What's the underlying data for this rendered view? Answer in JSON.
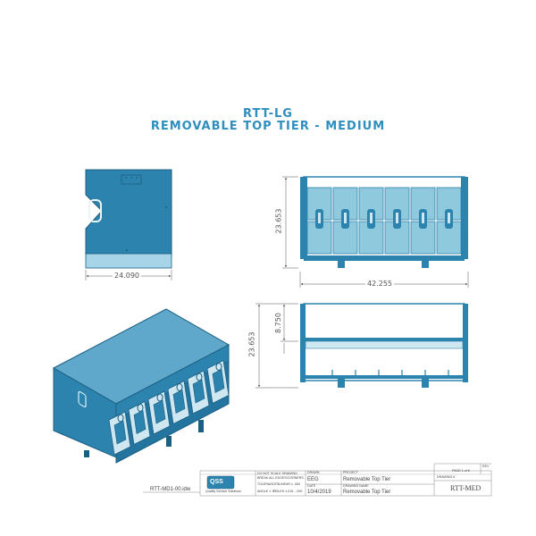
{
  "title": {
    "line1": "RTT-LG",
    "line2": "REMOVABLE TOP TIER - MEDIUM"
  },
  "dimensions": {
    "side_width": "24.090",
    "front_width": "42.255",
    "front_height": "23.653",
    "section_height": "23.653",
    "tier_height": "8.750"
  },
  "title_block": {
    "file_name": "RTT-MD1-00.idw",
    "logo_text": "QSS",
    "logo_sub": "Quality Service Solutions",
    "notes_line1": "DO NOT SCALE DRAWING",
    "notes_line2": "BREAK ALL EDGES/CORNERS",
    "tolerances_label": "TOLERANCES:",
    "tolerance_linear": "LINEAR ± .063",
    "tolerance_angle": "ANGLE ± .5°",
    "tolerance_holes": "HOLES ±.015 - .000",
    "drawn_label": "DRAWN",
    "drawn_value": "EEG",
    "date_label": "DATE",
    "date_value": "10/4/2019",
    "project_label": "PROJECT",
    "project_value": "Removable Top Tier",
    "drawing_name_label": "DRAWING NAME",
    "drawing_name_value": "Removable Top Tier",
    "drawing_no_label": "DRAWING #",
    "drawing_no_value": "RTT-MED",
    "page_label": "PAGE 1 of 6",
    "rev_label": "REV"
  },
  "colors": {
    "steel": "#2c83ad",
    "steel_dark": "#1b5f82",
    "steel_light": "#5fa8cb",
    "glass": "#8fc9dd",
    "title": "#2e8fbf",
    "line": "#555555"
  }
}
